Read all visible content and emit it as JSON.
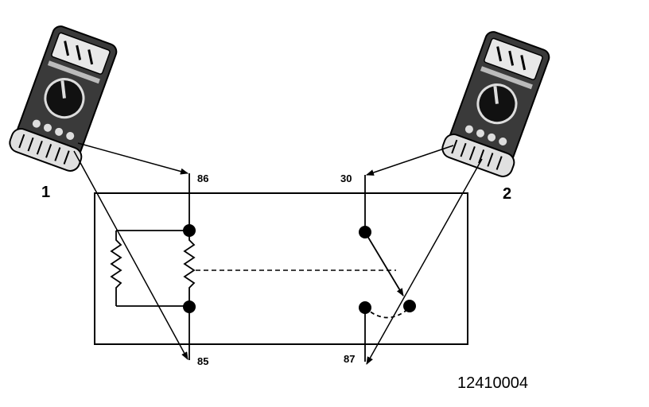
{
  "meters": [
    {
      "number": "1"
    },
    {
      "number": "2"
    }
  ],
  "terminals": {
    "t86": "86",
    "t85": "85",
    "t30": "30",
    "t87": "87"
  },
  "figure_id": "12410004",
  "colors": {
    "ink": "#000000",
    "meter_gray": "#555555",
    "background": "#ffffff"
  },
  "icons": [
    "multimeter-icon",
    "relay-coil-icon",
    "switch-contact-icon"
  ]
}
